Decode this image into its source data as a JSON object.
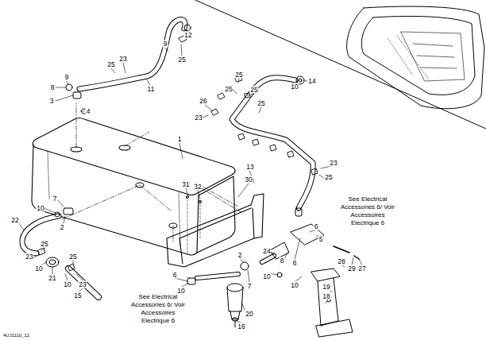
{
  "diagram": {
    "labels": [
      "25",
      "23",
      "12",
      "9",
      "25",
      "9",
      "8",
      "11",
      "3",
      "4",
      "25",
      "14",
      "10",
      "26",
      "25",
      "25",
      "23",
      "25",
      "1",
      "13",
      "23",
      "25",
      "31",
      "32",
      "30",
      "See Electrical Accessories 6/ Voir Accessoires Electrique 6",
      "6",
      "5",
      "7",
      "10",
      "2",
      "22",
      "25",
      "23",
      "10",
      "21",
      "10",
      "23",
      "25",
      "15",
      "24",
      "8",
      "6",
      "2",
      "10",
      "7",
      "10",
      "28",
      "29",
      "27",
      "6",
      "10",
      "See Electrical Accessories 6/ Voir Accessoires Electrique 6",
      "20",
      "16",
      "19",
      "18",
      "4UJ1110_12"
    ]
  }
}
